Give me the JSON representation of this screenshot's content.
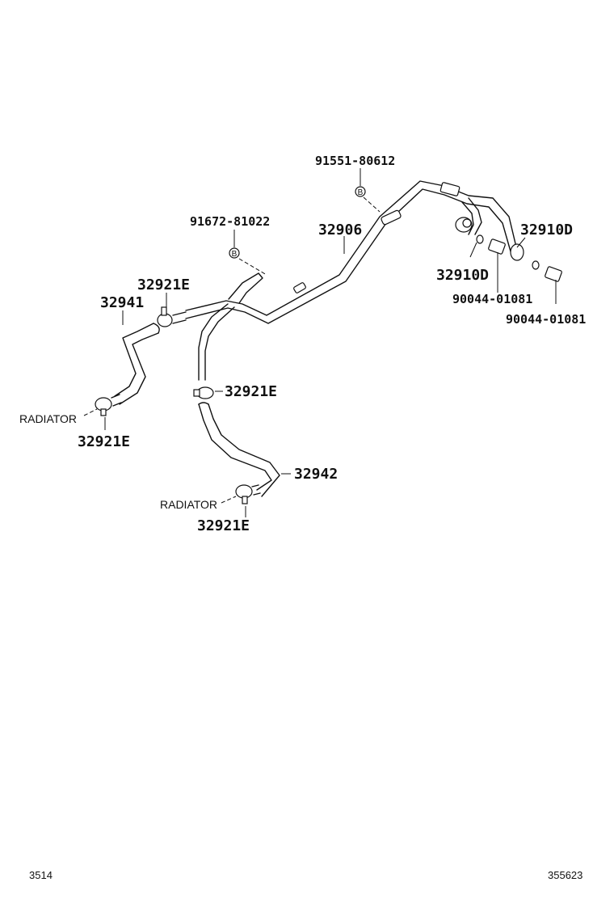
{
  "diagram": {
    "part_numbers": {
      "p1": "91551-80612",
      "p2": "91672-81022",
      "p3": "32906",
      "p4": "32910D",
      "p5": "32910D",
      "p6": "90044-01081",
      "p7": "90044-01081",
      "p8": "32921E",
      "p9": "32941",
      "p10": "32921E",
      "p11": "32921E",
      "p12": "32942",
      "p13": "32921E"
    },
    "bolt_marks": {
      "b1": "B",
      "b2": "B"
    },
    "radiator_labels": {
      "r1": "RADIATOR",
      "r2": "RADIATOR"
    }
  },
  "footer": {
    "left": "3514",
    "right": "355623"
  }
}
